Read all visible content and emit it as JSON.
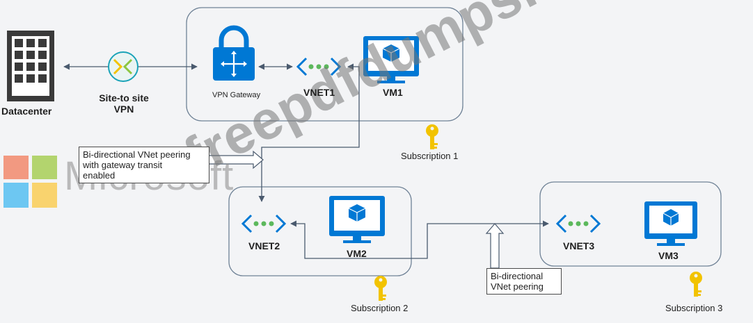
{
  "datacenter": {
    "label": "Datacenter"
  },
  "s2s_vpn": {
    "label_line1": "Site-to site",
    "label_line2": "VPN"
  },
  "subscription1": {
    "label": "Subscription 1",
    "vpn_gateway_label": "VPN Gateway",
    "vnet_label": "VNET1",
    "vm_label": "VM1"
  },
  "subscription2": {
    "label": "Subscription 2",
    "vnet_label": "VNET2",
    "vm_label": "VM2"
  },
  "subscription3": {
    "label": "Subscription 3",
    "vnet_label": "VNET3",
    "vm_label": "VM3"
  },
  "notes": {
    "peering_gateway_line1": "Bi-directional VNet peering",
    "peering_gateway_line2": "with gateway transit",
    "peering_gateway_line3": "enabled",
    "peering_line1": "Bi-directional",
    "peering_line2": "VNet peering"
  },
  "watermarks": {
    "brand": "Microsoft",
    "site": "freepdfdumps.com"
  },
  "colors": {
    "azure_blue": "#0078d4",
    "vnet_green": "#5cb85c",
    "key_yellow": "#f2c300",
    "vpn_teal": "#1aa3b8",
    "ms_red": "#f25022",
    "ms_green": "#7fba00",
    "ms_blue": "#00a4ef",
    "ms_yellow": "#ffb900"
  }
}
